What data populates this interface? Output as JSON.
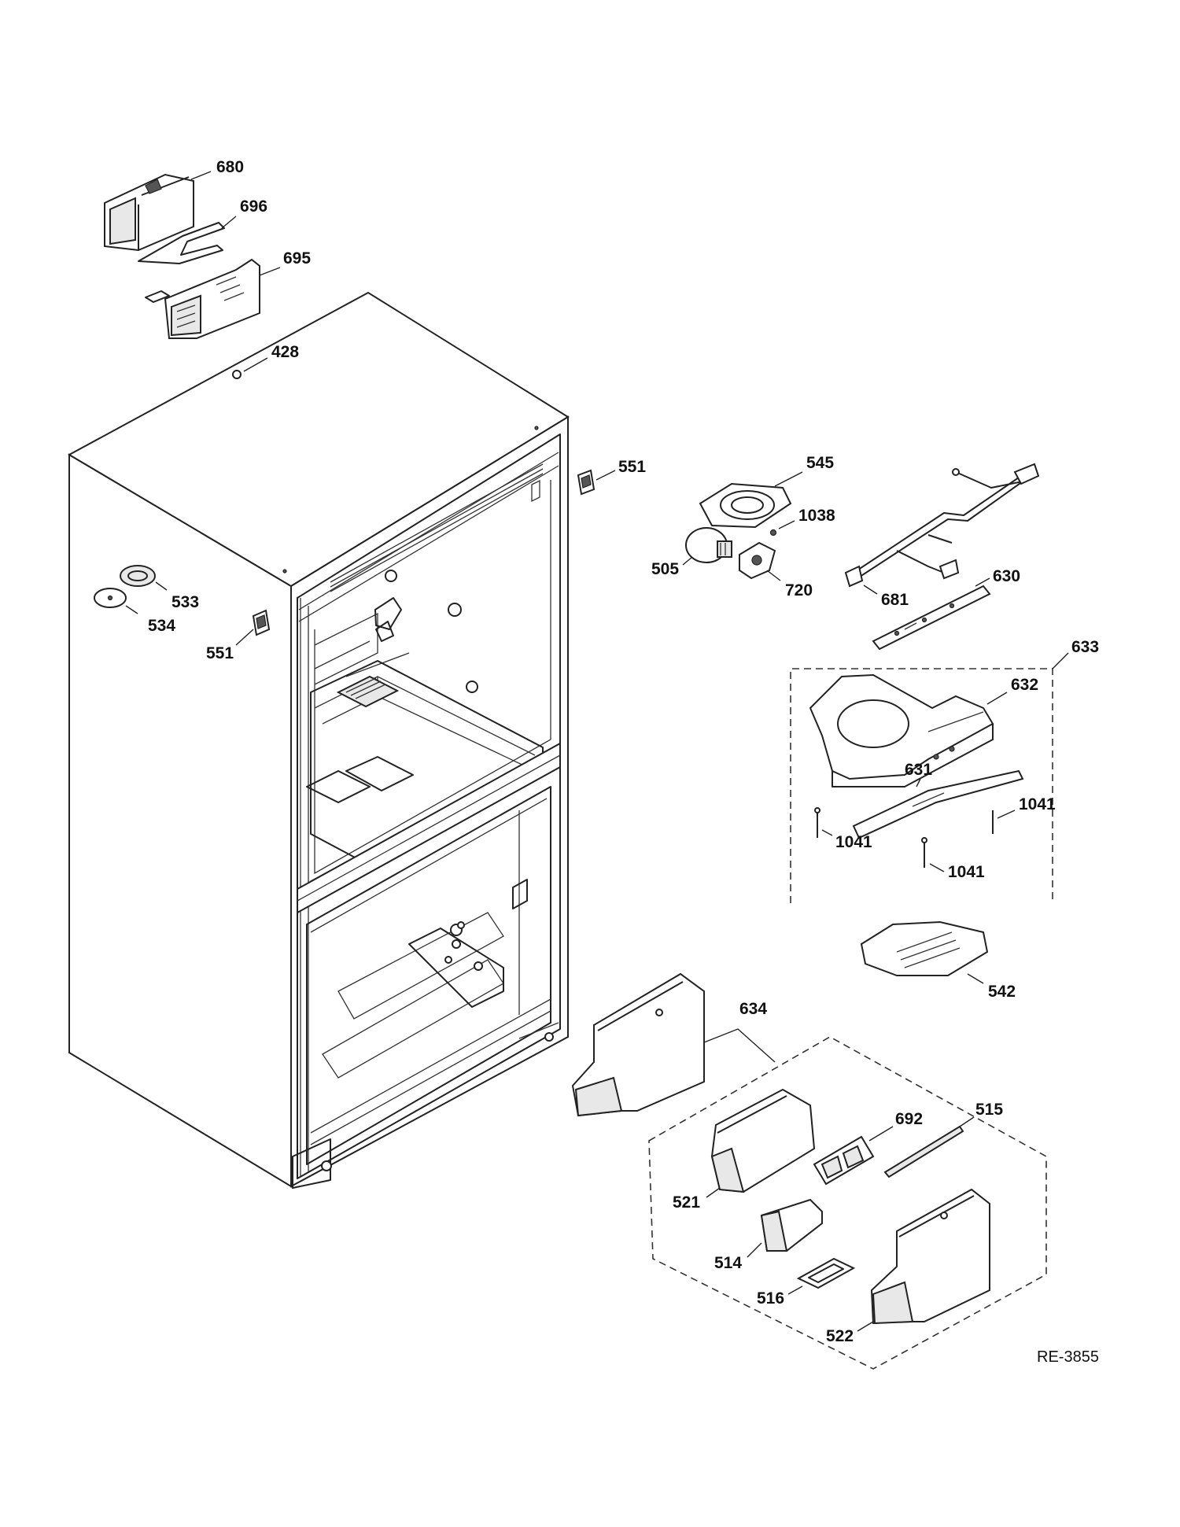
{
  "diagram": {
    "reference_code": "RE-3855",
    "labels": [
      {
        "id": "680",
        "text": "680"
      },
      {
        "id": "696",
        "text": "696"
      },
      {
        "id": "695",
        "text": "695"
      },
      {
        "id": "428",
        "text": "428"
      },
      {
        "id": "551a",
        "text": "551"
      },
      {
        "id": "551b",
        "text": "551"
      },
      {
        "id": "533",
        "text": "533"
      },
      {
        "id": "534",
        "text": "534"
      },
      {
        "id": "545",
        "text": "545"
      },
      {
        "id": "1038",
        "text": "1038"
      },
      {
        "id": "505",
        "text": "505"
      },
      {
        "id": "720",
        "text": "720"
      },
      {
        "id": "681",
        "text": "681"
      },
      {
        "id": "630",
        "text": "630"
      },
      {
        "id": "633",
        "text": "633"
      },
      {
        "id": "632",
        "text": "632"
      },
      {
        "id": "631",
        "text": "631"
      },
      {
        "id": "1041a",
        "text": "1041"
      },
      {
        "id": "1041b",
        "text": "1041"
      },
      {
        "id": "1041c",
        "text": "1041"
      },
      {
        "id": "542",
        "text": "542"
      },
      {
        "id": "634",
        "text": "634"
      },
      {
        "id": "692",
        "text": "692"
      },
      {
        "id": "515",
        "text": "515"
      },
      {
        "id": "521",
        "text": "521"
      },
      {
        "id": "514",
        "text": "514"
      },
      {
        "id": "516",
        "text": "516"
      },
      {
        "id": "522",
        "text": "522"
      }
    ]
  }
}
